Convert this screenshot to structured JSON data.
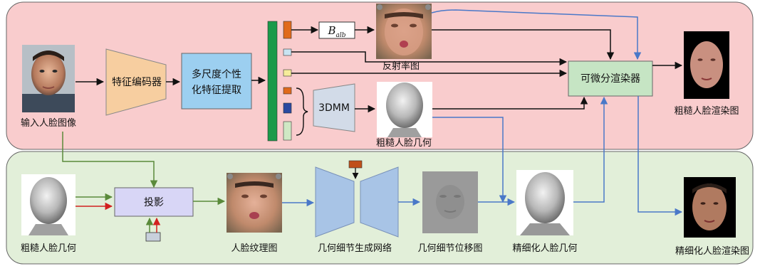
{
  "stage1": {
    "input_face_label": "输入人脸图像",
    "encoder_label": "特征编码器",
    "multiscale_label_line1": "多尺度个性",
    "multiscale_label_line2": "化特征提取",
    "balb_main": "B",
    "balb_sub": "alb",
    "albedo_label": "反射率图",
    "renderer_label": "可微分渲染器",
    "coarse_render_label": "粗糙人脸渲染图",
    "tdmm_label": "3DMM",
    "coarse_geom_label": "粗糙人脸几何"
  },
  "stage2": {
    "coarse_geom_label": "粗糙人脸几何",
    "projection_label": "投影",
    "texture_label": "人脸纹理图",
    "detail_net_label": "几何细节生成网络",
    "displacement_label": "几何细节位移图",
    "refined_geom_label": "精细化人脸几何",
    "refined_render_label": "精细化人脸渲染图"
  },
  "colors": {
    "stage1_bg": "#f9cccd",
    "stage2_bg": "#e2efd9",
    "encoder": "#f7cea0",
    "multiscale": "#9ccff0",
    "renderer": "#c6e5c4",
    "projection": "#d8d6f6",
    "network": "#a8c4e6",
    "feature_bar": "#1a9a4a",
    "blue_arrow": "#4a78c8",
    "green_arrow": "#5a8a3a",
    "red_arrow": "#d22020"
  }
}
